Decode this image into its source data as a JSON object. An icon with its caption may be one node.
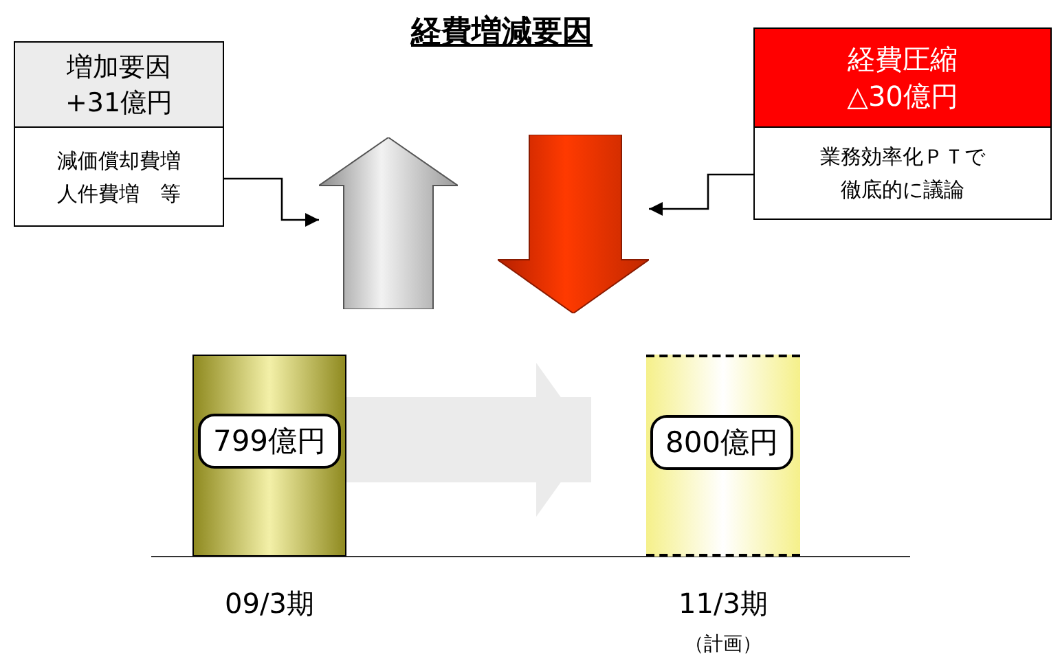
{
  "diagram": {
    "title": "経費増減要因",
    "nodes": [
      {
        "text": [
          "増加要因+31億円"
        ]
      },
      {
        "text": [
          "減価償却費増人件費増　等"
        ]
      },
      {
        "text": [
          "経費圧縮△30億円"
        ]
      },
      {
        "text": [
          "業務効率化ＰＴで徹底的に議論"
        ]
      },
      {
        "text": [],
        "shape": "arrow"
      },
      {
        "text": [],
        "shape": "arrow"
      },
      {
        "text": [],
        "shape": "bar",
        "beside": [
          "09/3期"
        ]
      },
      {
        "text": [
          "799億円"
        ],
        "in": 6
      },
      {
        "text": [],
        "shape": "bar",
        "beside": [
          "11/3期",
          "（計画）"
        ]
      },
      {
        "text": [
          "800億円"
        ],
        "in": 8
      }
    ],
    "edges": [
      {
        "from": 1,
        "to": 4,
        "arrow": "to"
      },
      {
        "from": 3,
        "to": 5,
        "arrow": "to"
      },
      {
        "from": 6,
        "to": 8,
        "arrow": "to",
        "style": "thick",
        "color": "#ebebeb"
      }
    ]
  }
}
